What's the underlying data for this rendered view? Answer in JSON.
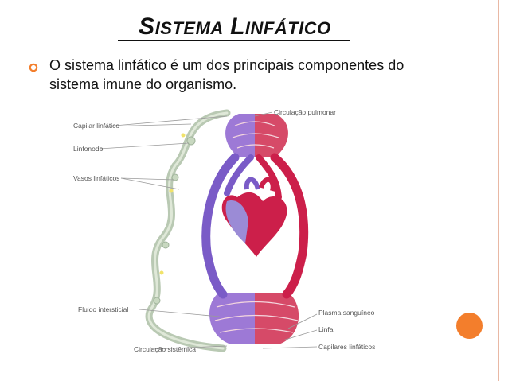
{
  "slide": {
    "title_cap1": "S",
    "title_rest1": "ISTEMA",
    "title_cap2": "L",
    "title_rest2": "INFÁTICO",
    "bullet_text": "O sistema linfático é um dos principais componentes do sistema imune do organismo."
  },
  "diagram": {
    "labels": {
      "capilar_linfatico": "Capilar linfático",
      "linfonodo": "Linfonodo",
      "vasos_linfaticos": "Vasos linfáticos",
      "circulacao_pulmonar": "Circulação pulmonar",
      "fluido_intersticial": "Fluido intersticial",
      "circulacao_sistemica": "Circulação sistêmica",
      "plasma_sanguineo": "Plasma sanguíneo",
      "linfa": "Linfa",
      "capilares_linfaticos": "Capilares linfáticos"
    }
  },
  "colors": {
    "accent_orange": "#f37e2c",
    "frame": "#e9b8a4",
    "venous": "#7a5bc7",
    "arterial": "#cc1f4a",
    "lymph": "#b9c9b3"
  }
}
